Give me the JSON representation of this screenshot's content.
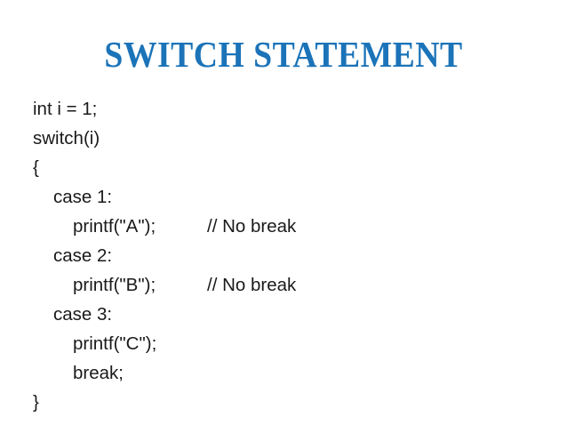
{
  "slide": {
    "title": "SWITCH STATEMENT",
    "title_color": "#1b73b8",
    "background_color": "#ffffff",
    "text_color": "#1a1a1a",
    "code_lines": [
      {
        "indent": 0,
        "text": "int i = 1;",
        "comment": ""
      },
      {
        "indent": 0,
        "text": "switch(i)",
        "comment": ""
      },
      {
        "indent": 0,
        "text": "{",
        "comment": ""
      },
      {
        "indent": 1,
        "text": "case 1:",
        "comment": ""
      },
      {
        "indent": 2,
        "text": "printf(\"A\");",
        "comment": "// No break"
      },
      {
        "indent": 1,
        "text": "case 2:",
        "comment": ""
      },
      {
        "indent": 2,
        "text": "printf(\"B\");",
        "comment": "// No break"
      },
      {
        "indent": 1,
        "text": "case 3:",
        "comment": ""
      },
      {
        "indent": 2,
        "text": "printf(\"C\");",
        "comment": ""
      },
      {
        "indent": 2,
        "text": "break;",
        "comment": ""
      },
      {
        "indent": 0,
        "text": "}",
        "comment": ""
      }
    ]
  }
}
